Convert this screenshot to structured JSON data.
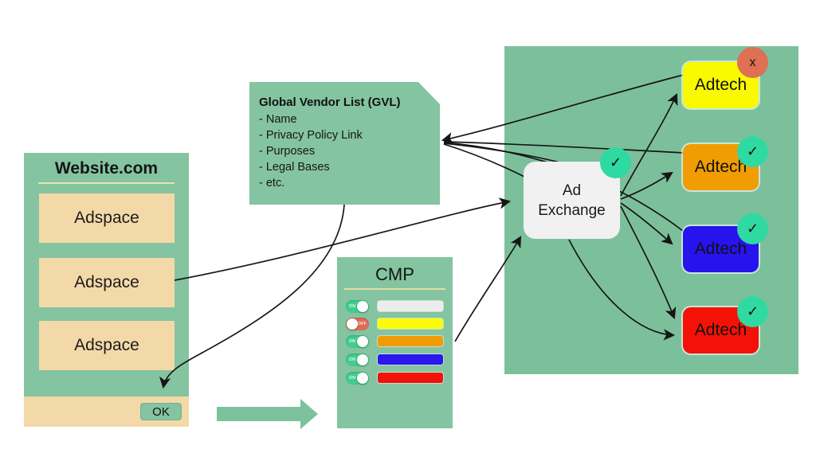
{
  "website": {
    "title": "Website.com",
    "adspaces": [
      "Adspace",
      "Adspace",
      "Adspace"
    ],
    "ok_label": "OK"
  },
  "gvl": {
    "title": "Global Vendor List (GVL)",
    "items": [
      "- Name",
      "- Privacy Policy Link",
      "- Purposes",
      "- Legal Bases",
      "- etc."
    ]
  },
  "cmp": {
    "title": "CMP",
    "toggles": [
      {
        "state": "on",
        "label": "ON",
        "bar_color": "#ededed"
      },
      {
        "state": "off",
        "label": "OFF",
        "bar_color": "#fbfb08"
      },
      {
        "state": "on",
        "label": "ON",
        "bar_color": "#f09c04"
      },
      {
        "state": "on",
        "label": "ON",
        "bar_color": "#2b16ef"
      },
      {
        "state": "on",
        "label": "ON",
        "bar_color": "#f2120b"
      }
    ]
  },
  "ad_exchange": {
    "label_line1": "Ad",
    "label_line2": "Exchange",
    "badge": "✓",
    "badge_status": "approved"
  },
  "adtech_vendors": [
    {
      "label": "Adtech",
      "color": "#f9f900",
      "badge": "x",
      "badge_status": "rejected",
      "badge_color": "#de7053"
    },
    {
      "label": "Adtech",
      "color": "#f09d04",
      "badge": "✓",
      "badge_status": "approved",
      "badge_color": "#2fd9a2"
    },
    {
      "label": "Adtech",
      "color": "#2713ee",
      "badge": "✓",
      "badge_status": "approved",
      "badge_color": "#2fd9a2"
    },
    {
      "label": "Adtech",
      "color": "#f31108",
      "badge": "✓",
      "badge_status": "approved",
      "badge_color": "#2fd9a2"
    }
  ],
  "colors": {
    "box_green": "#84c4a0",
    "panel_green": "#7cc09b",
    "adspace_tan": "#f4d9a8",
    "underline_cream": "#e9e3ad",
    "toggle_on_green": "#42cd8e",
    "toggle_off_red": "#dc6e55",
    "ad_exchange_bg": "#f1f1f1",
    "connector_black": "#161616",
    "flow_arrow_green": "#7cc29c"
  }
}
